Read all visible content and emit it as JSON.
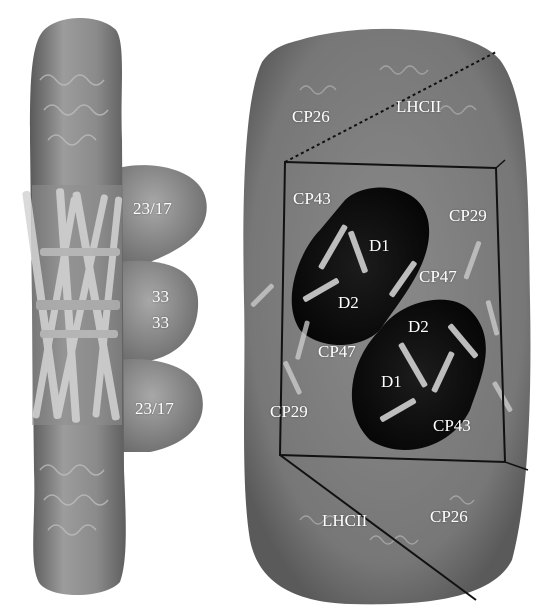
{
  "labels": {
    "side_top": "23/17",
    "side_mid_a": "33",
    "side_mid_b": "33",
    "side_bottom": "23/17",
    "cp26_top": "CP26",
    "lhcii_top": "LHCII",
    "cp43_left": "CP43",
    "cp29_right": "CP29",
    "d1_top": "D1",
    "cp47_top": "CP47",
    "d2_left": "D2",
    "d2_right": "D2",
    "cp47_bottom": "CP47",
    "d1_bottom": "D1",
    "cp29_left": "CP29",
    "cp43_bottom": "CP43",
    "lhcii_bottom": "LHCII",
    "cp26_bottom": "CP26"
  },
  "colors": {
    "membrane": "#7b7b7b",
    "membrane_dark": "#5c5c5c",
    "membrane_light": "#9a9a9a",
    "core": "#0f0f0f",
    "helix": "#c9c9c9",
    "label": "#ffffff"
  }
}
